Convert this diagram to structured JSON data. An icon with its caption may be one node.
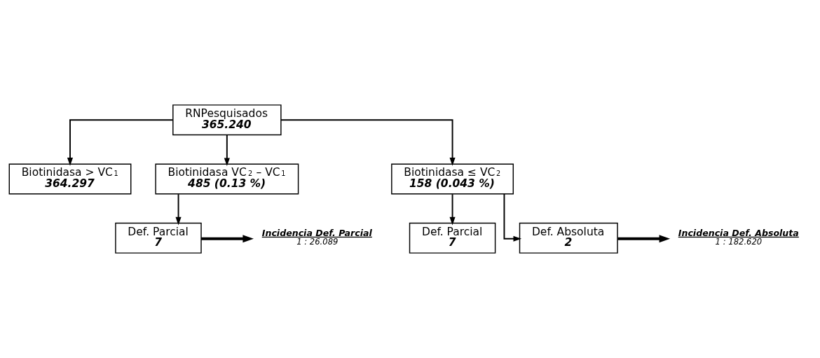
{
  "diagram": {
    "nodes": [
      {
        "text": [
          "RNPesquisados",
          "365.240"
        ]
      },
      {
        "text": [
          "Biotinidasa > VC$_{1}$",
          "364.297"
        ]
      },
      {
        "text": [
          "Biotinidasa VC$_{2}$ – VC$_{1}$",
          "485 (0.13 %)"
        ]
      },
      {
        "text": [
          "Biotinidasa ≤ VC$_{2}$",
          "158 (0.043 %)"
        ]
      },
      {
        "text": [
          "Def. Parcial",
          "7"
        ]
      },
      {
        "text": [
          "Def. Parcial",
          "7"
        ]
      },
      {
        "text": [
          "Def. Absoluta",
          "2"
        ]
      },
      {
        "text": [
          "Incidencia Def. Parcial",
          "1 : 26.089"
        ]
      },
      {
        "text": [
          "Incidencia Def. Absoluta",
          "1 : 182.620"
        ]
      }
    ],
    "edges": [
      {
        "from": 0,
        "to": 1,
        "arrow": "to"
      },
      {
        "from": 0,
        "to": 2,
        "arrow": "to"
      },
      {
        "from": 0,
        "to": 3,
        "arrow": "to"
      },
      {
        "from": 2,
        "to": 4,
        "arrow": "to"
      },
      {
        "from": 3,
        "to": 5,
        "arrow": "to"
      },
      {
        "from": 3,
        "to": 6,
        "arrow": "to"
      },
      {
        "from": 4,
        "to": 7,
        "arrow": "to",
        "style": "thick"
      },
      {
        "from": 6,
        "to": 8,
        "arrow": "to",
        "style": "thick"
      }
    ]
  }
}
